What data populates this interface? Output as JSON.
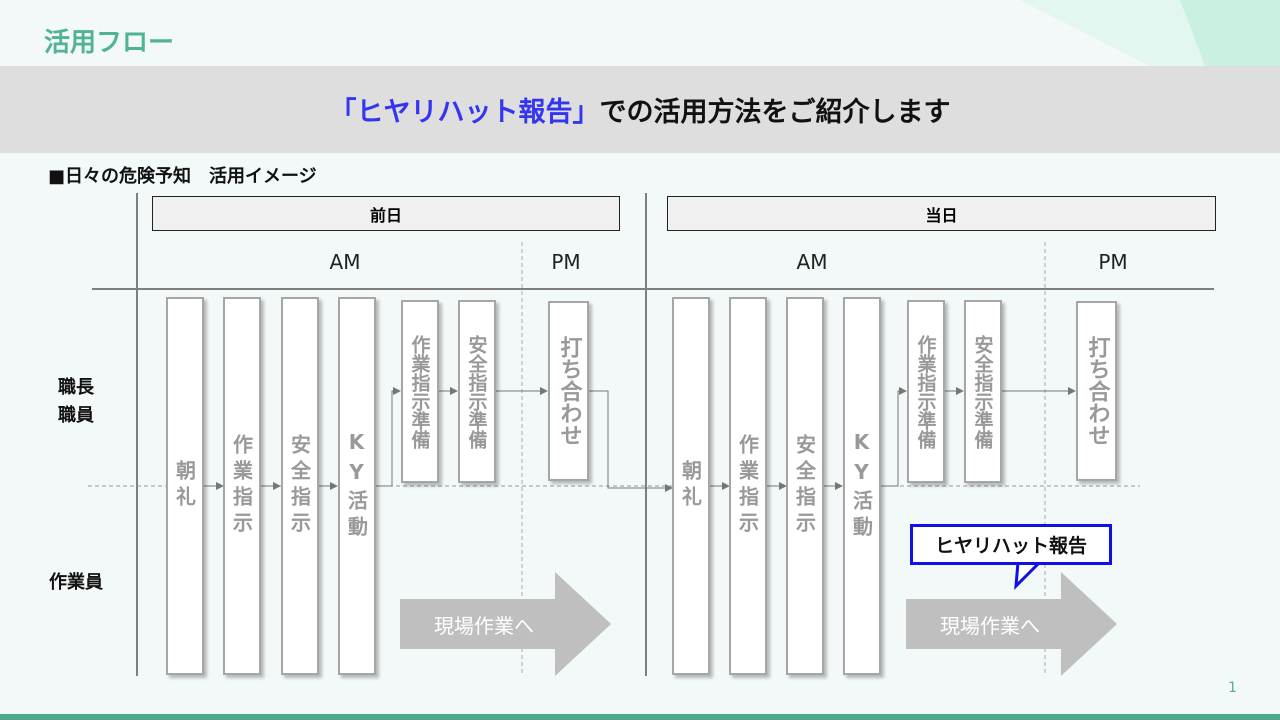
{
  "slide_title": "活用フロー",
  "banner": {
    "highlight": "「ヒヤリハット報告」",
    "rest": "での活用方法をご紹介します"
  },
  "subtitle": "■日々の危険予知　活用イメージ",
  "days": [
    {
      "label": "前日",
      "am": "AM",
      "pm": "PM"
    },
    {
      "label": "当日",
      "am": "AM",
      "pm": "PM"
    }
  ],
  "rows": {
    "leaders": "職長\n職員",
    "workers": "作業員"
  },
  "steps": {
    "morning": "朝礼",
    "work_instr": "作業指示",
    "safety_instr": "安全指示",
    "ky": "KY活動",
    "work_prep": "作業指示準備",
    "safety_prep": "安全指示準備",
    "meeting": "打ち合わせ"
  },
  "to_site": "現場作業へ",
  "callout": "ヒヤリハット報告",
  "page_number": "1",
  "colors": {
    "accent": "#4fb394",
    "highlight": "#3535f0",
    "callout_border": "#1010e8"
  }
}
